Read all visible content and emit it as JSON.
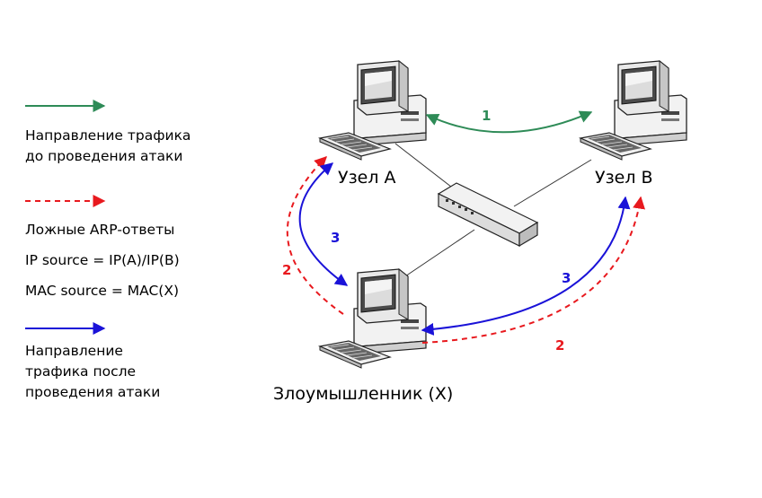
{
  "colors": {
    "green": "#2e8b57",
    "red": "#e8191e",
    "blue": "#1a12d8",
    "line": "#333333"
  },
  "legend": {
    "green_text": "Направление трафика\nдо проведения атаки",
    "red_text_1": "Ложные ARP-ответы",
    "red_text_2": "IP source = IP(A)/IP(B)",
    "red_text_3": "MAC source = MAC(X)",
    "blue_text": "Направление\nтрафика после\nпроведения атаки"
  },
  "nodes": {
    "a_label": "Узел А",
    "b_label": "Узел В",
    "x_label": "Злоумышленник (X)"
  },
  "steps": {
    "green": "1",
    "red_left": "2",
    "red_right": "2",
    "blue_left": "3",
    "blue_right": "3"
  },
  "icons": [
    "computer-icon",
    "network-switch-icon",
    "arrow-icon"
  ]
}
